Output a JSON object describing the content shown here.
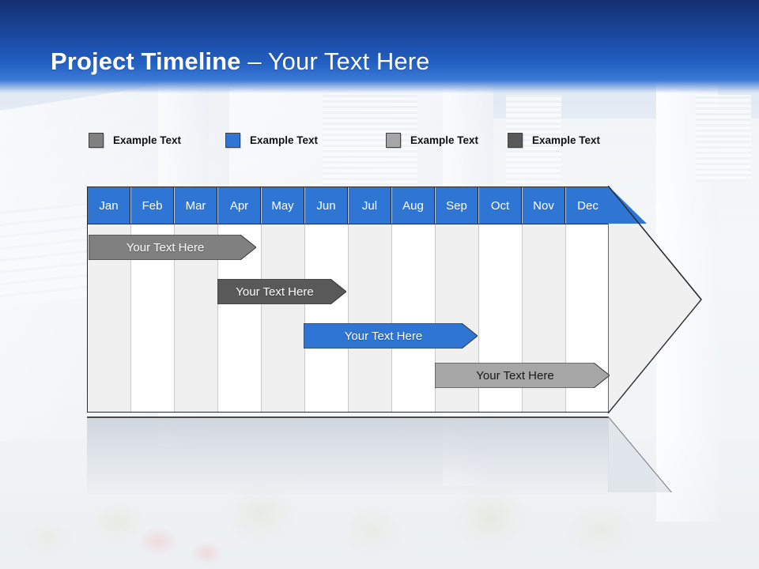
{
  "slide": {
    "title_strong": "Project Timeline",
    "title_light": " – Your Text Here",
    "accent_blue": "#2e75d4",
    "header_dark": "#14306f"
  },
  "legend": {
    "items": [
      {
        "label": "Example Text",
        "color": "#808080",
        "swatch_name": "legend-swatch-gray"
      },
      {
        "label": "Example Text",
        "color": "#2e75d4",
        "swatch_name": "legend-swatch-blue"
      },
      {
        "label": "Example Text",
        "color": "#a6a6a6",
        "swatch_name": "legend-swatch-light-gray"
      },
      {
        "label": "Example Text",
        "color": "#595959",
        "swatch_name": "legend-swatch-dark-gray"
      }
    ]
  },
  "timeline": {
    "months": [
      "Jan",
      "Feb",
      "Mar",
      "Apr",
      "May",
      "Jun",
      "Jul",
      "Aug",
      "Sep",
      "Oct",
      "Nov",
      "Dec"
    ],
    "tasks": [
      {
        "label": "Your  Text Here",
        "color": "#808080",
        "text_tone": "on-dark",
        "start_month": "Jan",
        "end_month": "May"
      },
      {
        "label": "Your  Text Here",
        "color": "#595959",
        "text_tone": "on-dark",
        "start_month": "Apr",
        "end_month": "Jul"
      },
      {
        "label": "Your  Text Here",
        "color": "#2e75d4",
        "text_tone": "on-dark",
        "start_month": "Jun",
        "end_month": "Sep"
      },
      {
        "label": "Your  Text Here",
        "color": "#a6a6a6",
        "text_tone": "on-light",
        "start_month": "Sep",
        "end_month": "Dec"
      }
    ]
  },
  "chart_data": {
    "type": "bar",
    "title": "Project Timeline – Your Text Here",
    "xlabel": "",
    "ylabel": "",
    "categories": [
      "Jan",
      "Feb",
      "Mar",
      "Apr",
      "May",
      "Jun",
      "Jul",
      "Aug",
      "Sep",
      "Oct",
      "Nov",
      "Dec"
    ],
    "series": [
      {
        "name": "Your  Text Here",
        "color": "#808080",
        "start": 0.05,
        "end": 3.85,
        "row": 1
      },
      {
        "name": "Your  Text Here",
        "color": "#595959",
        "start": 3.0,
        "end": 5.95,
        "row": 2
      },
      {
        "name": "Your  Text Here",
        "color": "#2e75d4",
        "start": 4.98,
        "end": 8.95,
        "row": 3
      },
      {
        "name": "Your  Text Here",
        "color": "#a6a6a6",
        "start": 8.0,
        "end": 12.0,
        "row": 4
      }
    ],
    "grid": true,
    "legend_position": "top"
  }
}
